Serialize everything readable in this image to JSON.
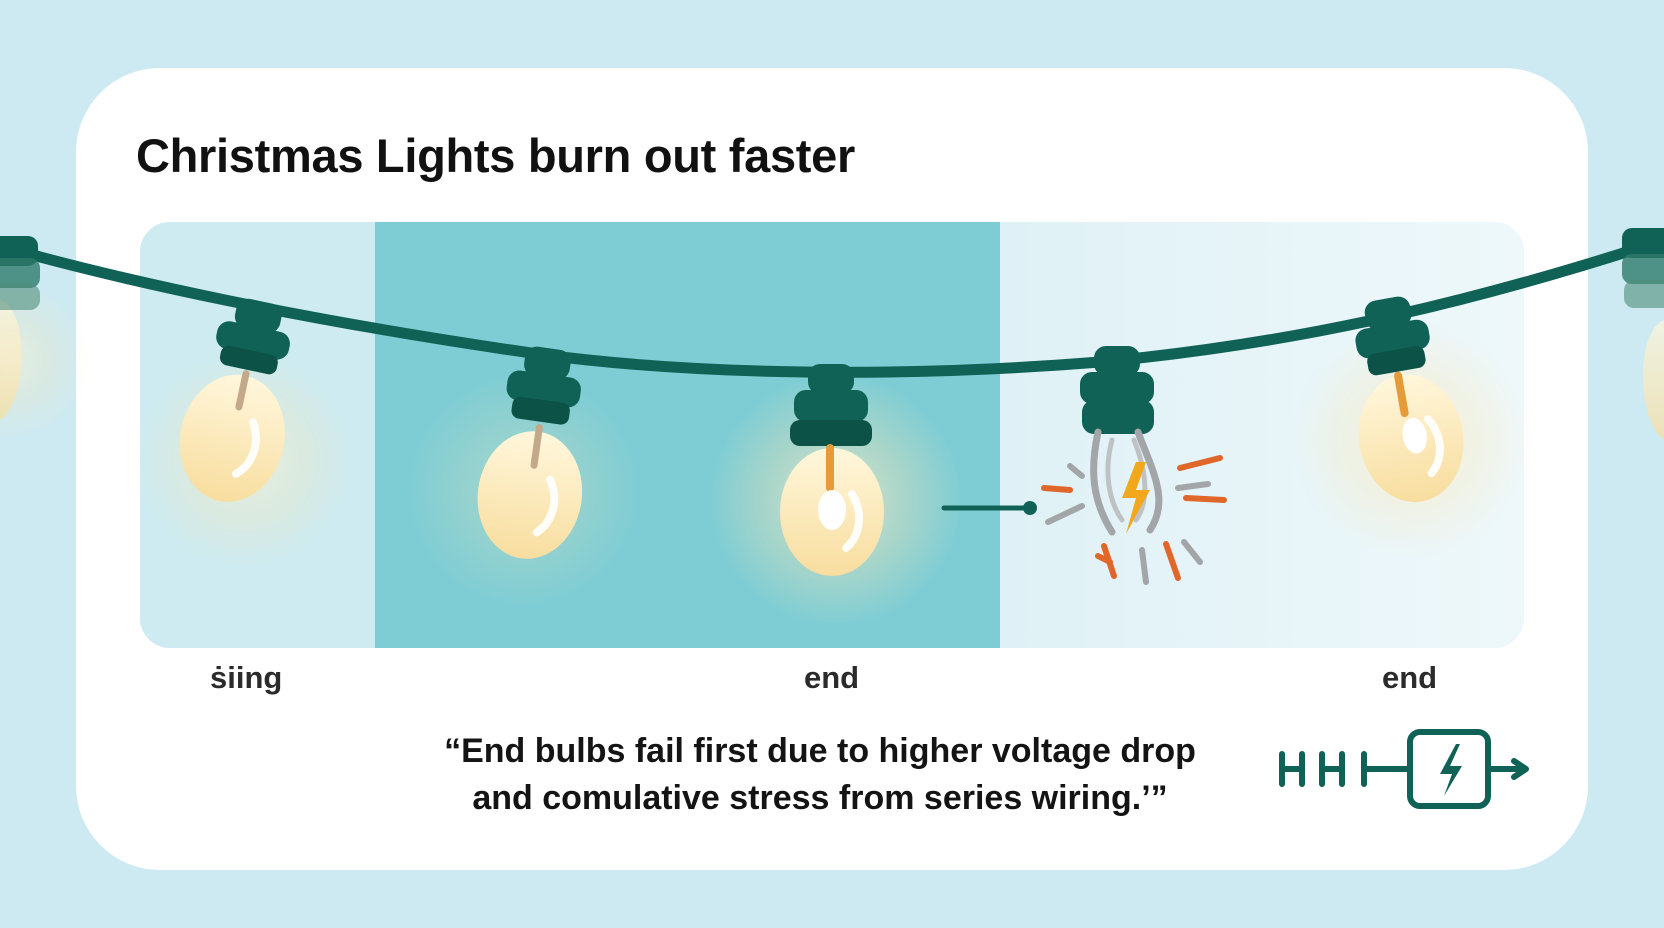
{
  "title": "Christmas Lights burn out faster",
  "labels": {
    "start": "ṡiing",
    "middle_end": "end",
    "right_end": "end"
  },
  "quote": {
    "line1": "“End bulbs fail first due to higher voltage drop",
    "line2": "and comulative stress from series wiring.’”"
  },
  "icons": {
    "bulb": "light-bulb-icon",
    "broken_bulb": "broken-bulb-icon",
    "circuit": "series-circuit-icon",
    "arrow": "arrow-right-icon"
  },
  "colors": {
    "wire": "#116256",
    "glow": "#fbe6b4",
    "spark": "#e0662a",
    "bolt": "#f1a81d",
    "background": "#cdeaf2"
  }
}
